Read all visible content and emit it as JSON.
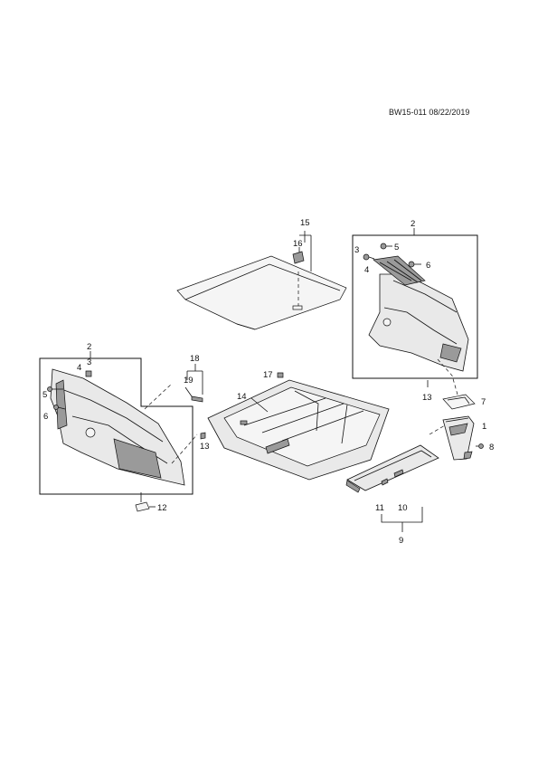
{
  "document": {
    "code": "BW15-011 08/22/2019"
  },
  "callouts": {
    "c1": "1",
    "c2a": "2",
    "c2b": "2",
    "c3a": "3",
    "c3b": "3",
    "c4a": "4",
    "c4b": "4",
    "c5a": "5",
    "c5b": "5",
    "c6a": "6",
    "c6b": "6",
    "c7": "7",
    "c8": "8",
    "c9": "9",
    "c10": "10",
    "c11": "11",
    "c12": "12",
    "c13a": "13",
    "c13b": "13",
    "c14": "14",
    "c15": "15",
    "c16": "16",
    "c17": "17",
    "c18": "18",
    "c19": "19"
  }
}
